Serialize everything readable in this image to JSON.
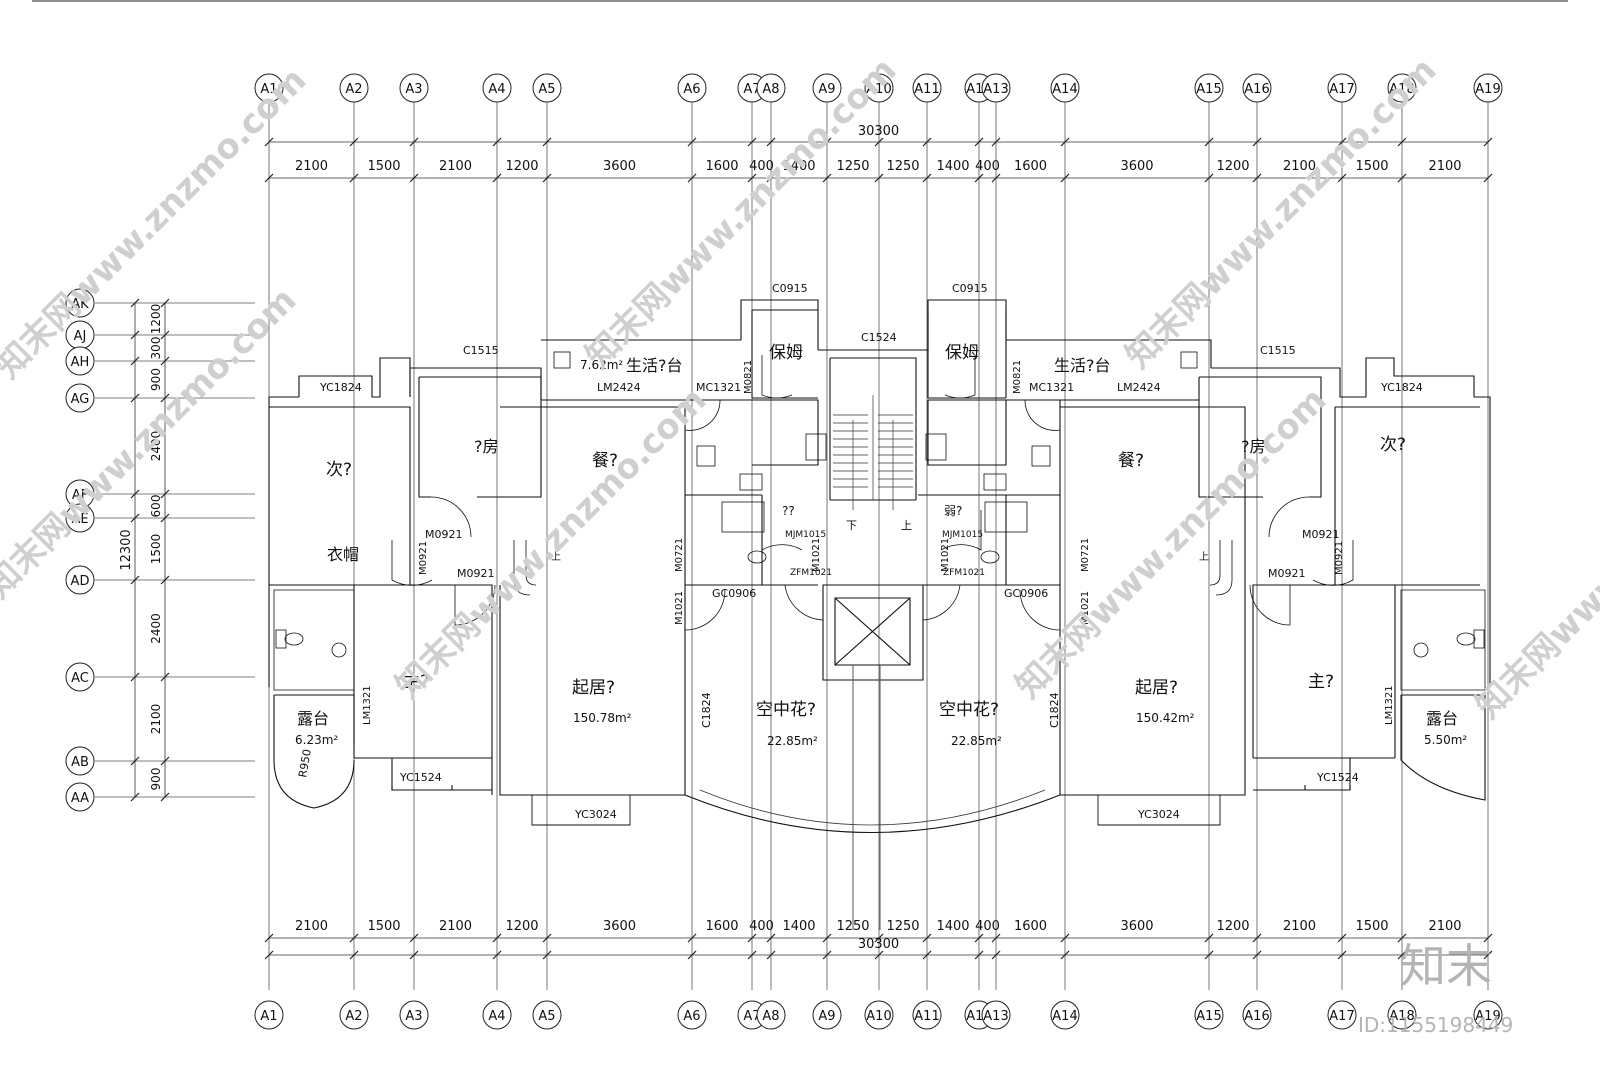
{
  "axes": {
    "columns": [
      "A1",
      "A2",
      "A3",
      "A4",
      "A5",
      "A6",
      "A7",
      "A8",
      "A9",
      "A10",
      "A11",
      "A12",
      "A13",
      "A14",
      "A15",
      "A16",
      "A17",
      "A18",
      "A19"
    ],
    "rows": [
      "AK",
      "AJ",
      "AH",
      "AG",
      "AF",
      "AE",
      "AD",
      "AC",
      "AB",
      "AA"
    ]
  },
  "dimensions": {
    "total_width": "30300",
    "segments": [
      "2100",
      "1500",
      "2100",
      "1200",
      "3600",
      "1600",
      "400",
      "1400",
      "1250",
      "1250",
      "1400",
      "400",
      "1600",
      "3600",
      "1200",
      "2100",
      "1500",
      "2100"
    ],
    "total_depth": "12300",
    "row_segments": [
      "1200",
      "300",
      "900",
      "2400",
      "600",
      "1500",
      "2400",
      "2100",
      "900"
    ]
  },
  "rooms": {
    "secondary_left": "次?",
    "secondary_right": "次?",
    "study_left": "?房",
    "study_right": "?房",
    "dining_left": "餐?",
    "dining_right": "餐?",
    "nanny_left": "保姆",
    "nanny_right": "保姆",
    "service_balcony_left": "生活?台",
    "service_balcony_right": "生活?台",
    "service_balcony_area": "7.62m²",
    "wardrobe": "衣帽",
    "master_left": "主?",
    "master_right": "主?",
    "living_left": "起居?",
    "living_right": "起居?",
    "living_left_area": "150.78m²",
    "living_right_area": "150.42m²",
    "sky_garden_left": "空中花?",
    "sky_garden_right": "空中花?",
    "sky_garden_area": "22.85m²",
    "terrace_left": "露台",
    "terrace_right": "露台",
    "terrace_left_area": "6.23m²",
    "terrace_right_area": "5.50m²",
    "terrace_radius": "R950",
    "weak_room": "弱?",
    "unknown_room": "??",
    "stair_down": "下",
    "stair_up": "上",
    "ramp_up": "上"
  },
  "openings": {
    "c0915": "C0915",
    "c1524": "C1524",
    "c1515": "C1515",
    "yc1824": "YC1824",
    "lm2424": "LM2424",
    "mc1321": "MC1321",
    "m0821": "M0821",
    "m0921": "M0921",
    "m0721": "M0721",
    "m1021": "M1021",
    "gc0906": "GC0906",
    "mjm1015": "MJM1015",
    "zfm1021": "ZFM1021",
    "lm1321": "LM1321",
    "c1824": "C1824",
    "yc1524": "YC1524",
    "yc3024": "YC3024"
  },
  "watermark": {
    "site": "知末网www.znzmo.com",
    "brand": "知末",
    "id": "ID:1155198449"
  }
}
